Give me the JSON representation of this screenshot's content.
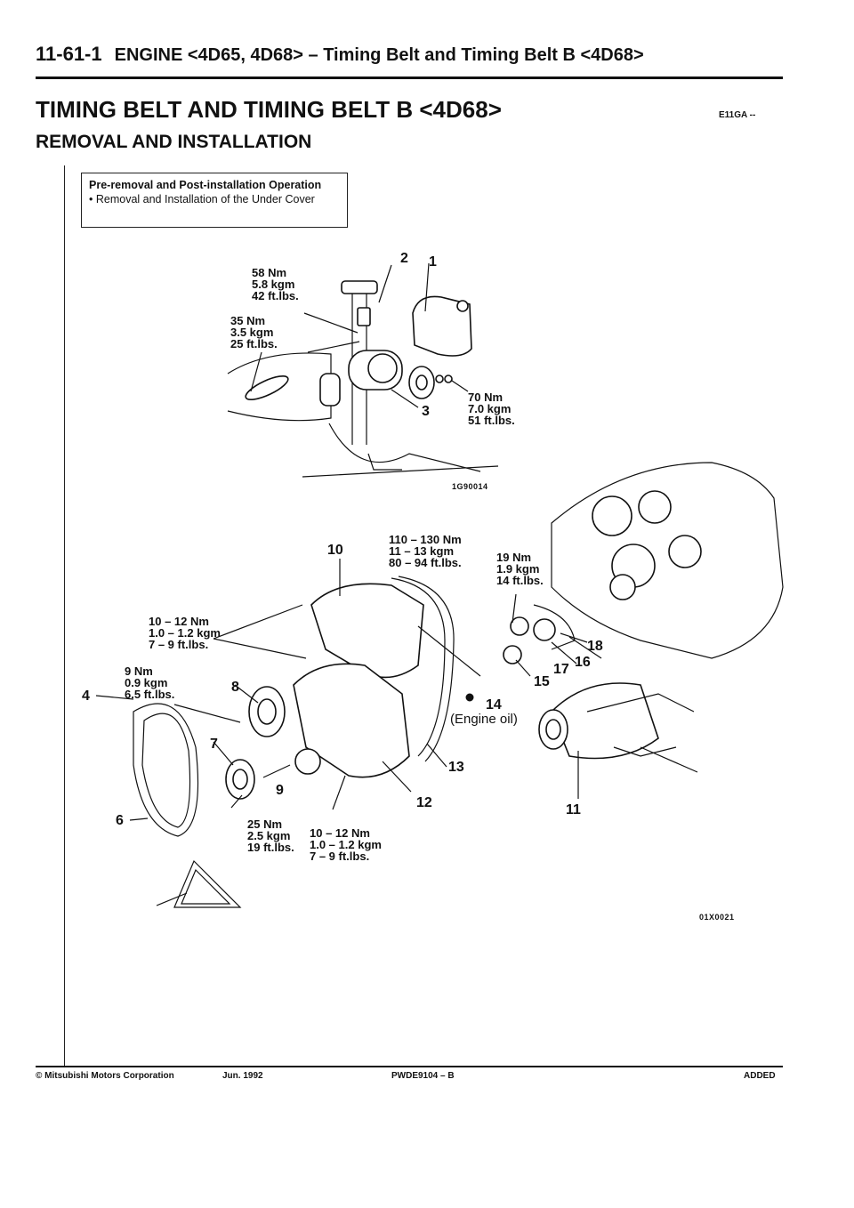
{
  "header": {
    "page_number": "11-61-1",
    "section": "ENGINE <4D65, 4D68> – Timing Belt and Timing Belt B <4D68>"
  },
  "page_title": "TIMING BELT AND TIMING BELT B <4D68>",
  "page_code": "E11GA --",
  "subtitle": "REMOVAL AND INSTALLATION",
  "pre_removal": {
    "title": "Pre-removal and Post-installation Operation",
    "item": "•  Removal and Installation of the Under Cover"
  },
  "figure1": {
    "torque_a": "58 Nm\n5.8 kgm\n42 ft.lbs.",
    "torque_b": "35 Nm\n3.5 kgm\n25 ft.lbs.",
    "torque_c": "70 Nm\n7.0 kgm\n51 ft.lbs.",
    "part_1": "1",
    "part_2": "2",
    "part_3": "3",
    "figure_code": "1G90014"
  },
  "figure2": {
    "torque_10_12_left": "10 – 12 Nm\n1.0 – 1.2 kgm\n7 – 9 ft.lbs.",
    "torque_9": "9 Nm\n0.9 kgm\n6.5 ft.lbs.",
    "torque_110": "110 – 130 Nm\n11 – 13 kgm\n80 – 94 ft.lbs.",
    "torque_19": "19 Nm\n1.9 kgm\n14 ft.lbs.",
    "torque_25": "25 Nm\n2.5 kgm\n19 ft.lbs.",
    "torque_10_12_bottom": "10 – 12 Nm\n1.0 – 1.2 kgm\n7 – 9 ft.lbs.",
    "engine_oil": "(Engine oil)",
    "parts": {
      "p4": "4",
      "p6": "6",
      "p7": "7",
      "p8": "8",
      "p9": "9",
      "p10": "10",
      "p11": "11",
      "p12": "12",
      "p13": "13",
      "p14": "14",
      "p15": "15",
      "p16": "16",
      "p17": "17",
      "p18": "18"
    },
    "figure_code": "01X0021"
  },
  "footer": {
    "copyright": "© Mitsubishi Motors Corporation",
    "date": "Jun. 1992",
    "doc_id": "PWDE9104 – B",
    "status": "ADDED"
  }
}
